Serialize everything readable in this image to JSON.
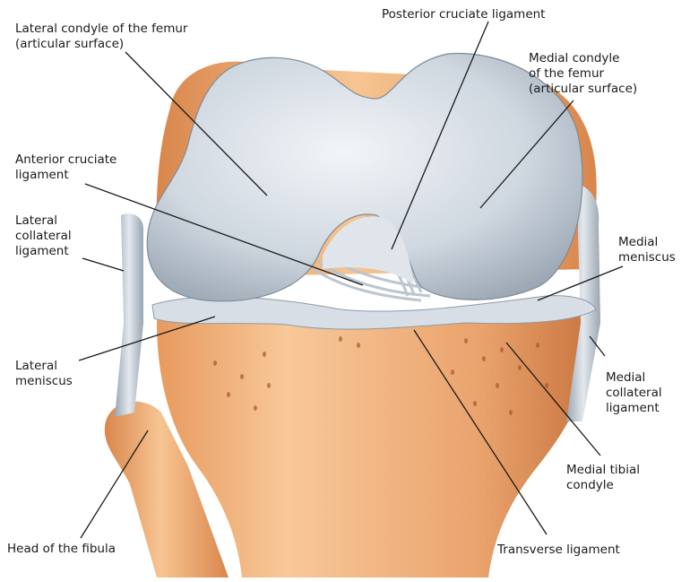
{
  "labels": {
    "lateral_condyle": "Lateral condyle of the femur\n(articular surface)",
    "posterior_cruciate": "Posterior cruciate ligament",
    "medial_condyle": "Medial condyle\nof the femur\n(articular surface)",
    "anterior_cruciate": "Anterior cruciate\nligament",
    "lateral_collateral": "Lateral\ncollateral\nligament",
    "medial_meniscus": "Medial\nmeniscus",
    "lateral_meniscus": "Lateral\nmeniscus",
    "medial_collateral": "Medial\ncollateral\nligament",
    "medial_tibial_condyle": "Medial tibial\ncondyle",
    "head_fibula": "Head of the fibula",
    "transverse": "Transverse ligament"
  },
  "colors": {
    "bone": "#e9a26c",
    "bone_light": "#f7c592",
    "bone_dark": "#c9753f",
    "cartilage": "#cdd6df",
    "cartilage_dark": "#8e9aa7",
    "ligament": "#c3ccd5",
    "leader_line": "#1a1a1a"
  }
}
